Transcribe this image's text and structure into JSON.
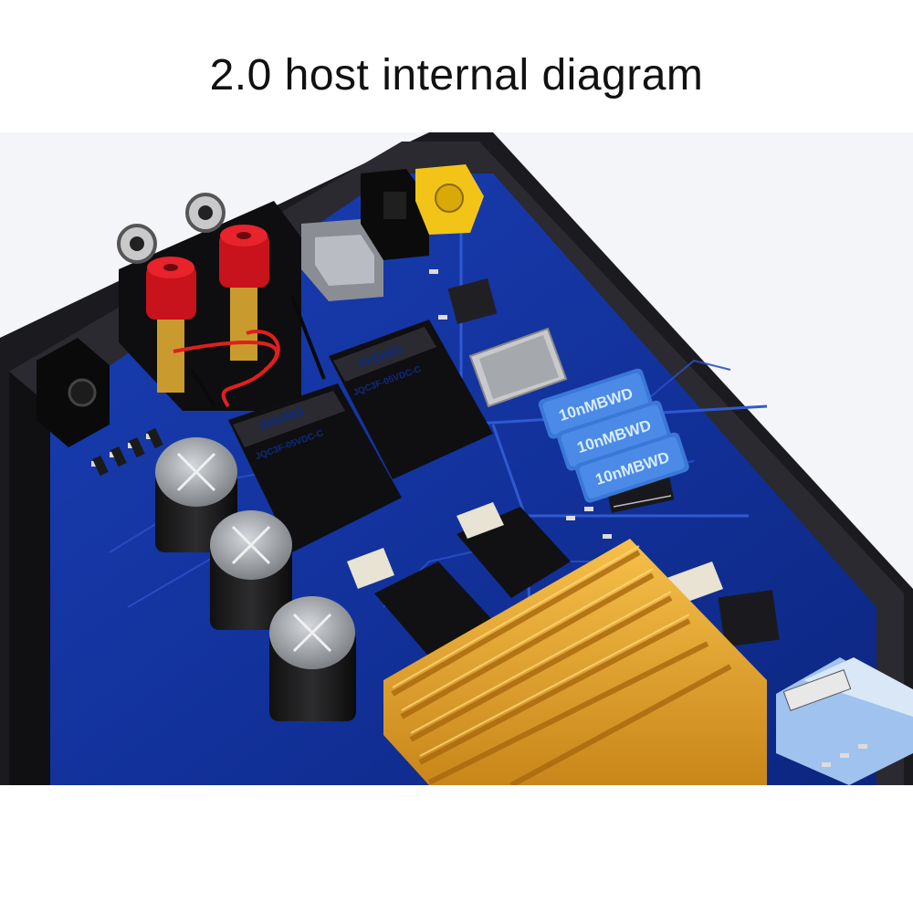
{
  "title": "2.0 host internal diagram",
  "relays": [
    {
      "brand": "XHONG",
      "model": "JQC3F-05VDC-C"
    },
    {
      "brand": "XHONG",
      "model": "JQC3F-05VDC-C"
    }
  ],
  "film_caps": [
    {
      "label": "10nMBWD"
    },
    {
      "label": "10nMBWD"
    },
    {
      "label": "10nMBWD"
    }
  ],
  "colors": {
    "pcb": "#12319a",
    "heatsink": "#e3a32a",
    "chassis": "#1a1a1e",
    "binding_post": "#c8121c"
  }
}
